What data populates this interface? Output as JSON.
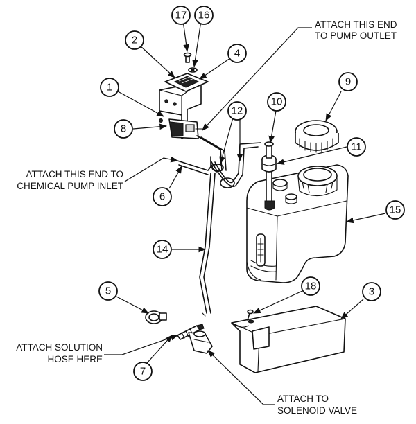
{
  "callouts": {
    "c1": "1",
    "c2": "2",
    "c3": "3",
    "c4": "4",
    "c5": "5",
    "c6": "6",
    "c7": "7",
    "c8": "8",
    "c9": "9",
    "c10": "10",
    "c11": "11",
    "c12": "12",
    "c14": "14",
    "c15": "15",
    "c16": "16",
    "c17": "17",
    "c18": "18"
  },
  "labels": {
    "pump_outlet_line1": "ATTACH THIS END",
    "pump_outlet_line2": "TO PUMP OUTLET",
    "pump_inlet_line1": "ATTACH THIS END TO",
    "pump_inlet_line2": "CHEMICAL PUMP INLET",
    "solution_hose_line1": "ATTACH SOLUTION",
    "solution_hose_line2": "HOSE HERE",
    "solenoid_line1": "ATTACH TO",
    "solenoid_line2": "SOLENOID VALVE"
  }
}
